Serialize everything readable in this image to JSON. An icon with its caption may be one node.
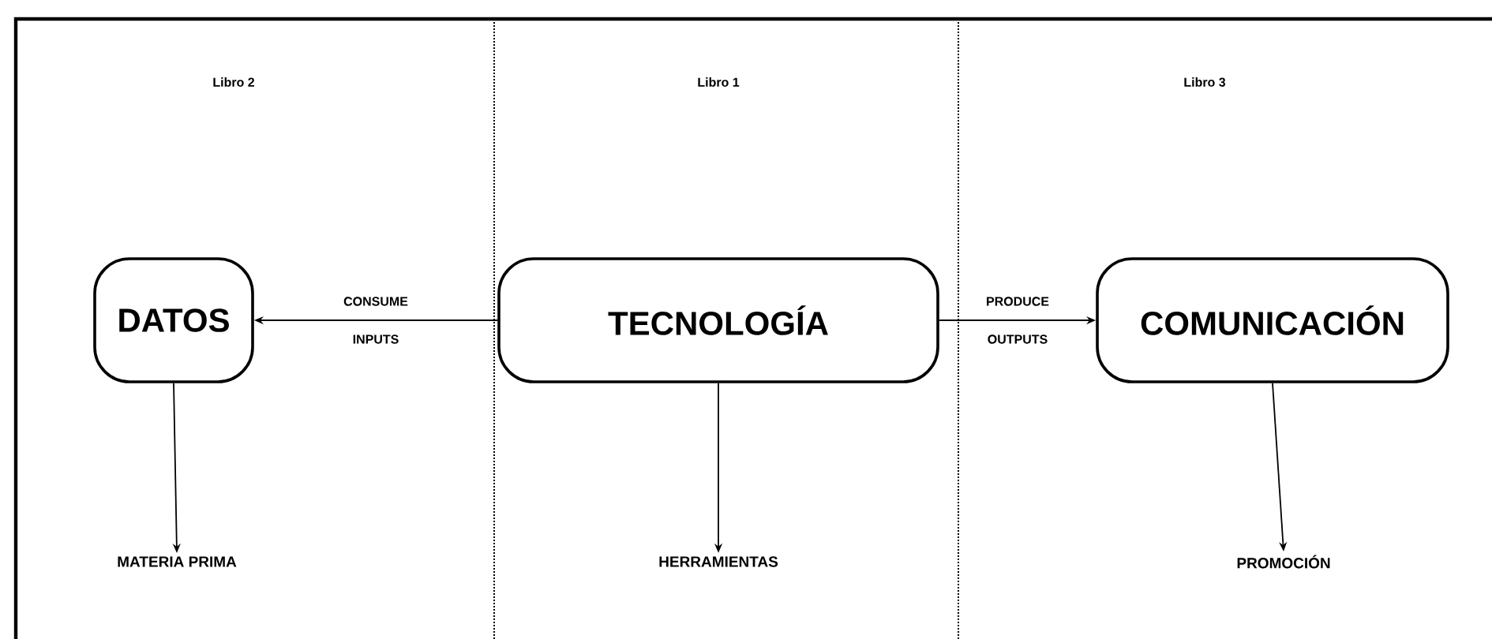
{
  "diagram": {
    "nodes": [
      {
        "text": [
          "DATOS"
        ]
      },
      {
        "text": [
          "TECNOLOGÍA"
        ]
      },
      {
        "text": [
          "COMUNICACIÓN"
        ]
      },
      {
        "text": [
          "MATERIA PRIMA"
        ]
      },
      {
        "text": [
          "HERRAMIENTAS"
        ]
      },
      {
        "text": [
          "PROMOCIÓN"
        ]
      }
    ],
    "edges": [
      {
        "from": 1,
        "to": 0,
        "arrow": "to",
        "label": "CONSUME INPUTS"
      },
      {
        "from": 1,
        "to": 2,
        "arrow": "to",
        "label": "PRODUCE OUTPUTS"
      },
      {
        "from": 0,
        "to": 3,
        "arrow": "to"
      },
      {
        "from": 1,
        "to": 4,
        "arrow": "to"
      },
      {
        "from": 2,
        "to": 5,
        "arrow": "to"
      }
    ],
    "labels": [
      "Libro 2",
      "Libro 1",
      "Libro 3"
    ]
  }
}
